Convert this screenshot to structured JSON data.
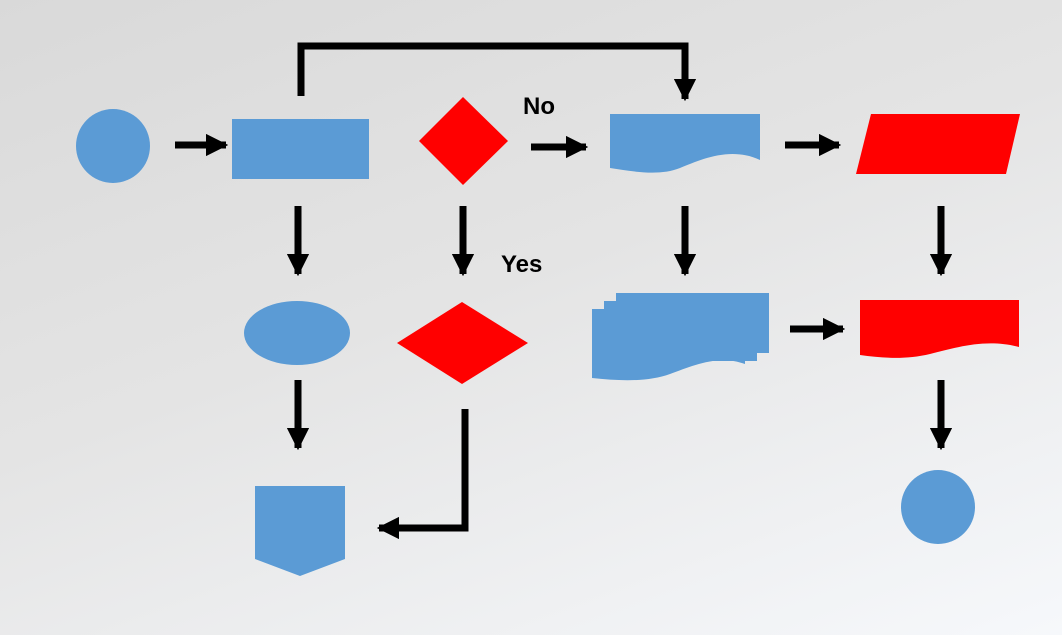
{
  "diagram": {
    "colors": {
      "blue": "#5b9bd5",
      "red": "#ff0000",
      "arrow": "#000000"
    },
    "nodes": [
      {
        "id": "start",
        "shape": "circle",
        "color": "blue"
      },
      {
        "id": "process",
        "shape": "rectangle",
        "color": "blue"
      },
      {
        "id": "decision-1",
        "shape": "diamond",
        "color": "red"
      },
      {
        "id": "document",
        "shape": "document",
        "color": "blue"
      },
      {
        "id": "data",
        "shape": "parallelogram",
        "color": "red"
      },
      {
        "id": "terminator",
        "shape": "ellipse",
        "color": "blue"
      },
      {
        "id": "decision-2",
        "shape": "diamond",
        "color": "red"
      },
      {
        "id": "multi-document",
        "shape": "multi-document",
        "color": "blue"
      },
      {
        "id": "document-2",
        "shape": "document",
        "color": "red"
      },
      {
        "id": "off-page-connector",
        "shape": "off-page-connector",
        "color": "blue"
      },
      {
        "id": "end",
        "shape": "circle",
        "color": "blue"
      }
    ],
    "edge_labels": {
      "no": "No",
      "yes": "Yes"
    }
  }
}
